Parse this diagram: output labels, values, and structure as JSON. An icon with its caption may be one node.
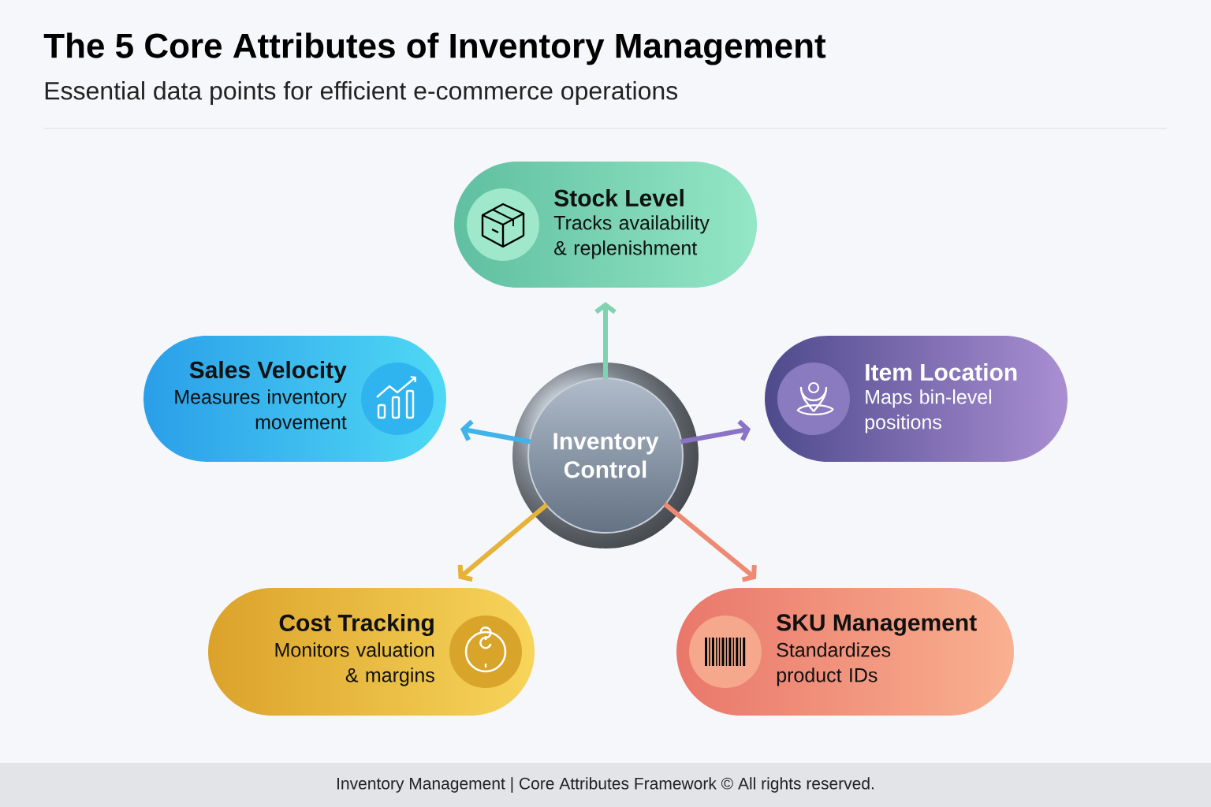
{
  "diagram": {
    "title": "The 5 Core Attributes of Inventory Management",
    "nodes": [
      {
        "text": [
          "Inventory Control"
        ]
      },
      {
        "text": [
          "Stock Level",
          "Tracks availability & replenishment"
        ]
      },
      {
        "text": [
          "Sales Velocity",
          "Measures inventory movement"
        ]
      },
      {
        "text": [
          "Item Location",
          "Maps bin-level positions"
        ]
      },
      {
        "text": [
          "Cost Tracking",
          "Monitors valuation & margins"
        ]
      },
      {
        "text": [
          "SKU Management",
          "Standardizes product IDs"
        ]
      }
    ],
    "edges": [
      {
        "from": 0,
        "to": 1,
        "arrow": "to",
        "color": "#7fd3b0"
      },
      {
        "from": 0,
        "to": 2,
        "arrow": "to",
        "color": "#3fb3ea"
      },
      {
        "from": 0,
        "to": 3,
        "arrow": "to",
        "color": "#8a72c4"
      },
      {
        "from": 0,
        "to": 4,
        "arrow": "to",
        "color": "#e6b33a"
      },
      {
        "from": 0,
        "to": 5,
        "arrow": "to",
        "color": "#ee8a74"
      }
    ],
    "labels": [
      "Essential data points for efficient e-commerce operations",
      "Inventory Management | Core Attributes Framework © All rights reserved."
    ]
  }
}
